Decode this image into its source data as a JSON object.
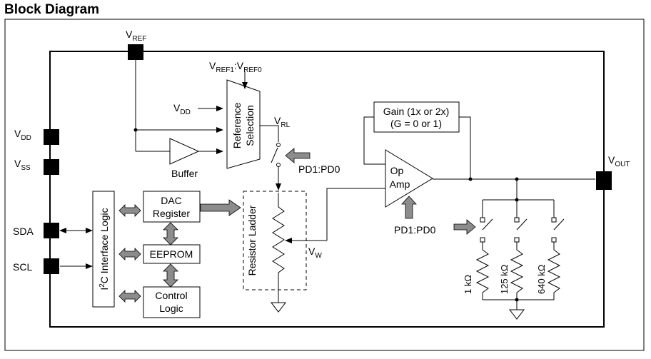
{
  "title": "Block Diagram",
  "pins": {
    "vref": {
      "main": "V",
      "sub": "REF"
    },
    "vdd": {
      "main": "V",
      "sub": "DD"
    },
    "vss": {
      "main": "V",
      "sub": "SS"
    },
    "sda": "SDA",
    "scl": "SCL",
    "vout": {
      "main": "V",
      "sub": "OUT"
    }
  },
  "vref_select": {
    "v1": "V",
    "s1": "REF1",
    "mid": ":V",
    "s2": "REF0"
  },
  "vdd_input": {
    "main": "V",
    "sub": "DD"
  },
  "reference_selection": {
    "line1": "Reference",
    "line2": "Selection"
  },
  "buffer": "Buffer",
  "vrl": {
    "main": "V",
    "sub": "RL"
  },
  "pd_switch": "PD1:PD0",
  "interface_logic": {
    "pre": "I",
    "sup": "2",
    "post": "C Interface Logic"
  },
  "dac_register": {
    "line1": "DAC",
    "line2": "Register"
  },
  "eeprom": "EEPROM",
  "control_logic": {
    "line1": "Control",
    "line2": "Logic"
  },
  "resistor_ladder": "Resistor Ladder",
  "vw": {
    "main": "V",
    "sub": "W"
  },
  "gain": {
    "line1": "Gain (1x or 2x)",
    "line2": "(G = 0 or 1)"
  },
  "op_amp": {
    "line1": "Op",
    "line2": "Amp"
  },
  "pd_opamp": "PD1:PD0",
  "resistors": [
    "1 kΩ",
    "125 kΩ",
    "640 kΩ"
  ]
}
